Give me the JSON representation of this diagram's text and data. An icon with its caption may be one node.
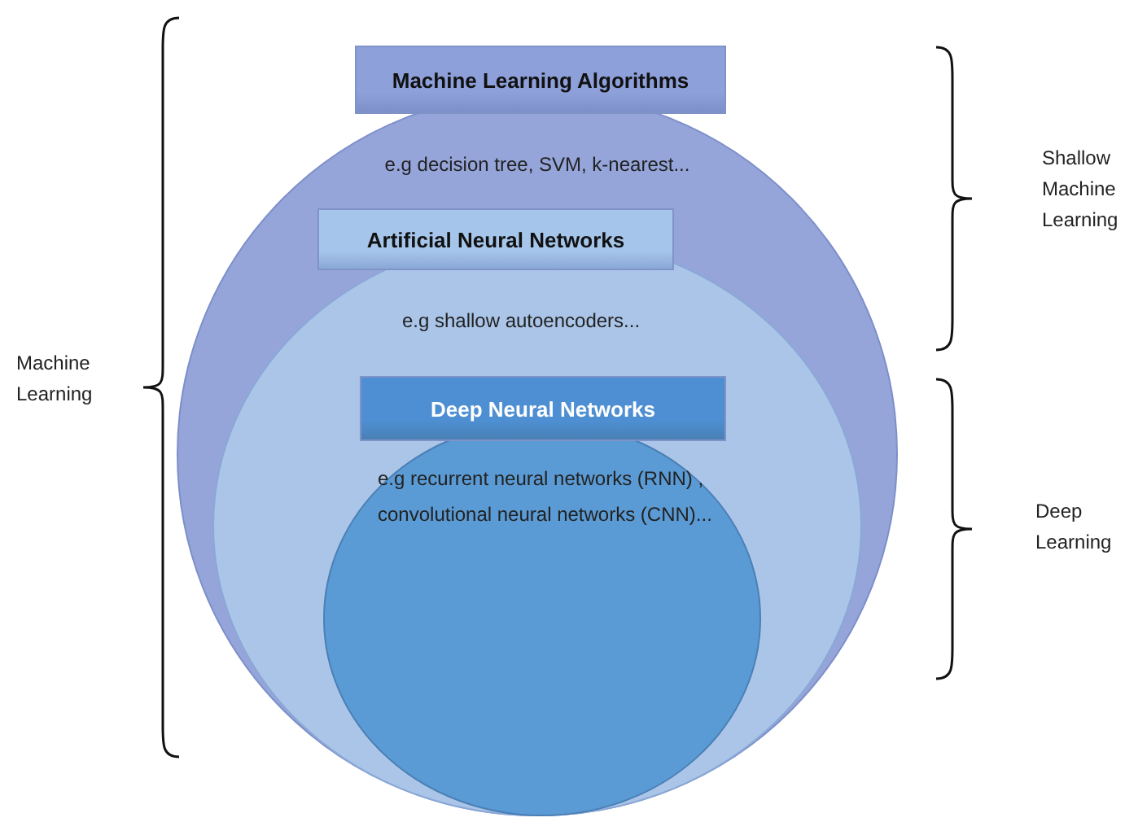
{
  "diagram": {
    "nodes": [
      {
        "text": [
          "Machine Learning Algorithms",
          "e.g decision tree, SVM, k-nearest..."
        ]
      },
      {
        "text": [
          "Artificial Neural Networks",
          "e.g shallow autoencoders..."
        ],
        "in": 0
      },
      {
        "text": [
          "Deep Neural Networks",
          "e.g recurrent neural networks (RNN) , convolutional neural networks (CNN)..."
        ],
        "in": 1
      }
    ],
    "edges": [],
    "labels": [
      "Machine Learning",
      "Shallow Machine Learning",
      "Deep Learning"
    ]
  }
}
